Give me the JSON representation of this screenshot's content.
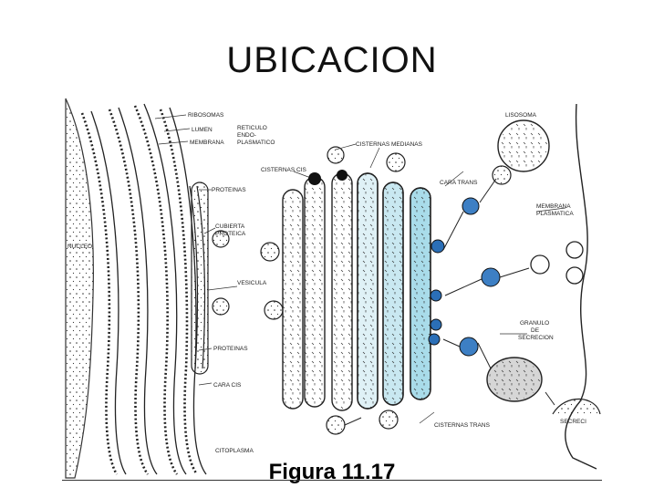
{
  "slide": {
    "title": "UBICACION",
    "caption": "Figura 11.17"
  },
  "labels": {
    "ribosomas": "RIBOSOMAS",
    "lumen": "LUMEN",
    "membrana": "MEMBRANA",
    "reticulo_1": "RETICULO",
    "reticulo_2": "ENDO-",
    "reticulo_3": "PLASMATICO",
    "proteinas_top": "PROTEINAS",
    "cubierta_1": "CUBIERTA",
    "cubierta_2": "PROTEICA",
    "nucleo": "NUCLEO",
    "vesicula": "VESICULA",
    "proteinas_bottom": "PROTEINAS",
    "cara_cis": "CARA CIS",
    "citoplasma": "CITOPLASMA",
    "cisternas_cis": "CISTERNAS CIS",
    "cisternas_medianas": "CISTERNAS MEDIANAS",
    "cara_trans": "CARA TRANS",
    "lisosoma": "LISOSOMA",
    "membrana_plasmatica_1": "MEMBRANA",
    "membrana_plasmatica_2": "PLASMATICA",
    "granulo_1": "GRANULO",
    "granulo_2": "DE",
    "granulo_3": "SECRECION",
    "secrecion": "SECRECI",
    "cisternas_trans": "CISTERNAS TRANS"
  },
  "colors": {
    "line": "#222222",
    "trans_fill": "#a9dcea",
    "medial_fill": "#dff1f6",
    "vesicle_blue": "#3d7fc4",
    "granule_fill": "#d6d6d6"
  }
}
